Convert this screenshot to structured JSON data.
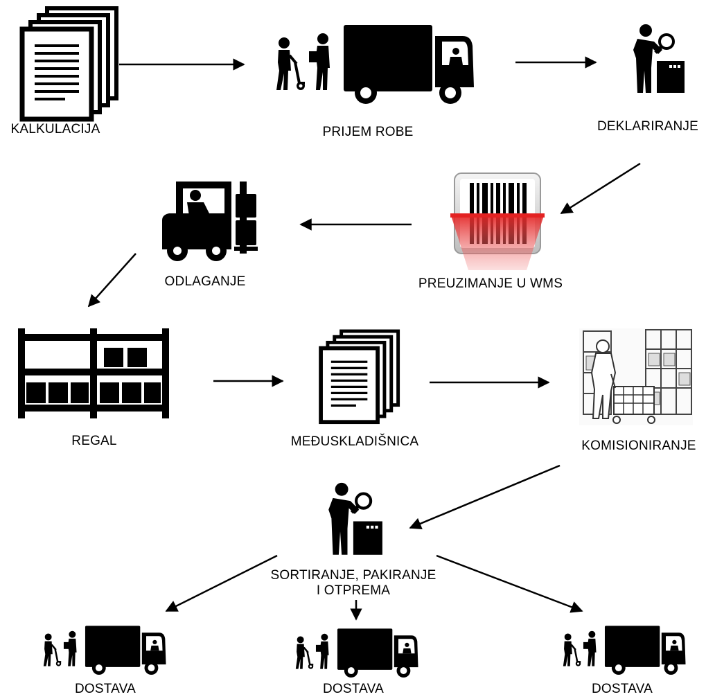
{
  "nodes": {
    "kalkulacija": "KALKULACIJA",
    "prijem_robe": "PRIJEM ROBE",
    "deklariranje": "DEKLARIRANJE",
    "preuzimanje": "PREUZIMANJE U WMS",
    "odlaganje": "ODLAGANJE",
    "regal": "REGAL",
    "meduskladisnica": "MEĐUSKLADIŠNICA",
    "komisioniranje": "KOMISIONIRANJE",
    "sortiranje_line1": "SORTIRANJE, PAKIRANJE",
    "sortiranje_line2": "I OTPREMA",
    "dostava_left": "DOSTAVA",
    "dostava_center": "DOSTAVA",
    "dostava_right": "DOSTAVA"
  },
  "colors": {
    "ink": "#000000",
    "scan_red": "#e32222",
    "background": "#ffffff"
  },
  "icons": [
    "documents-icon",
    "delivery-truck-icon",
    "inspector-icon",
    "barcode-scanner-icon",
    "forklift-icon",
    "rack-icon",
    "documents-icon",
    "warehouse-picker-icon",
    "inspector-icon",
    "delivery-truck-icon",
    "delivery-truck-icon",
    "delivery-truck-icon"
  ]
}
